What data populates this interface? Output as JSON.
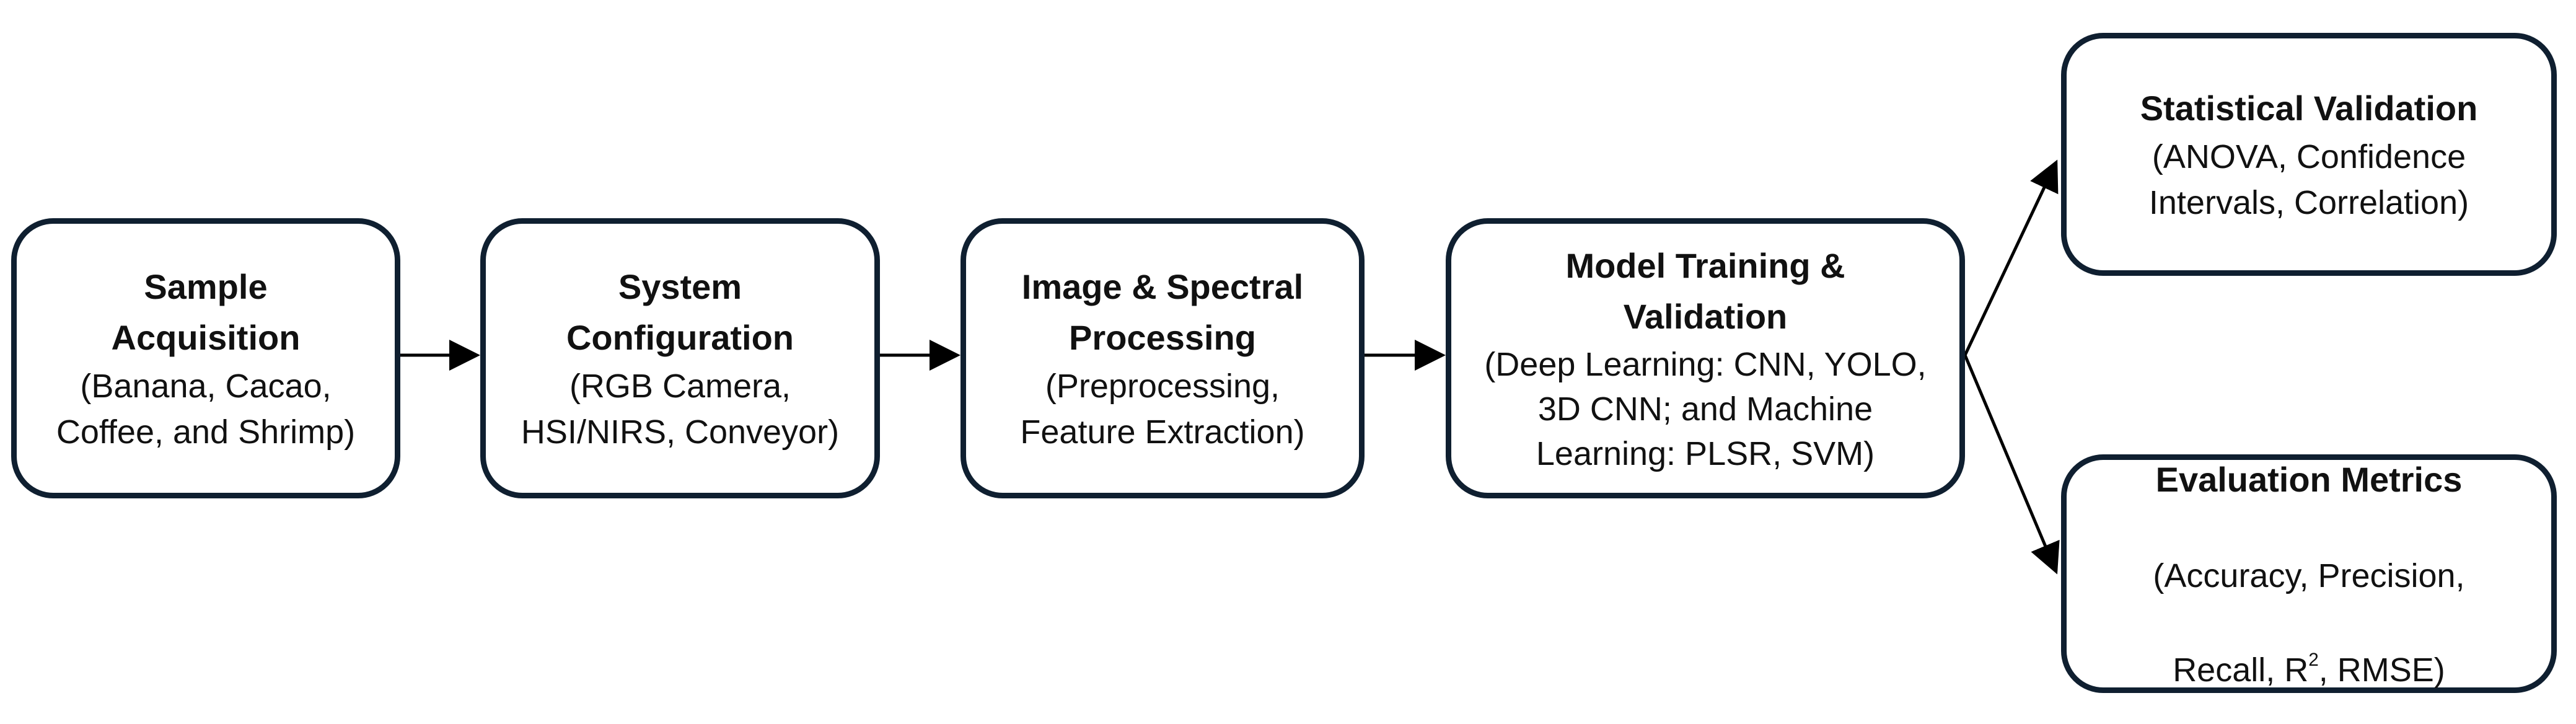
{
  "diagram": {
    "nodes": {
      "sample": {
        "title": "Sample\nAcquisition",
        "detail": "(Banana, Cacao,\nCoffee, and Shrimp)"
      },
      "system": {
        "title": "System\nConfiguration",
        "detail": "(RGB Camera,\nHSI/NIRS,  Conveyor)"
      },
      "processing": {
        "title": "Image & Spectral\nProcessing",
        "detail": "(Preprocessing,\nFeature Extraction)"
      },
      "model": {
        "title": "Model Training &\nValidation",
        "detail": "(Deep Learning: CNN, YOLO,\n3D CNN; and Machine\nLearning: PLSR, SVM)"
      },
      "statistical": {
        "title": "Statistical Validation",
        "detail": "(ANOVA, Confidence\nIntervals, Correlation)"
      },
      "evaluation": {
        "title": "Evaluation Metrics",
        "detail_line1": "(Accuracy, Precision,",
        "detail_line2_a": "Recall, R",
        "detail_sup": "2",
        "detail_line2_b": ", RMSE)"
      }
    },
    "edges": [
      {
        "from": "Sample Acquisition",
        "to": "System Configuration"
      },
      {
        "from": "System Configuration",
        "to": "Image & Spectral Processing"
      },
      {
        "from": "Image & Spectral Processing",
        "to": "Model Training & Validation"
      },
      {
        "from": "Model Training & Validation",
        "to": "Statistical Validation"
      },
      {
        "from": "Model Training & Validation",
        "to": "Evaluation Metrics"
      }
    ],
    "colors": {
      "border": "#0f1f30",
      "arrow": "#000000",
      "text": "#111111",
      "background": "#ffffff"
    }
  }
}
